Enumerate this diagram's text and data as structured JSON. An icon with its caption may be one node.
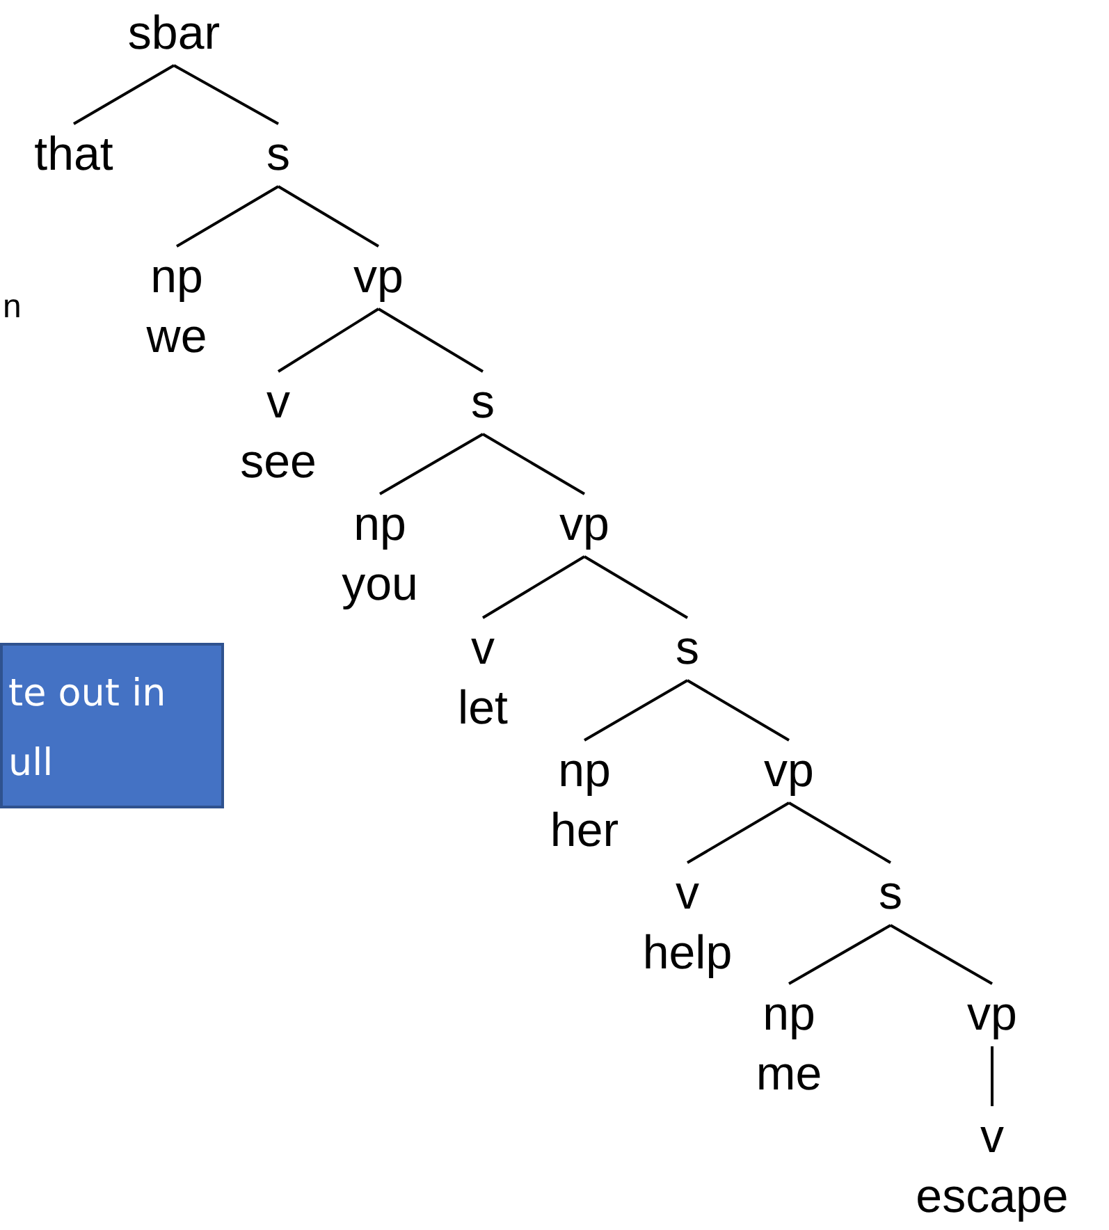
{
  "diagram": {
    "nodes": [
      {
        "text": [
          "sbar"
        ]
      },
      {
        "text": [
          "that"
        ]
      },
      {
        "text": [
          "s"
        ]
      },
      {
        "text": [
          "np",
          "we"
        ]
      },
      {
        "text": [
          "vp"
        ]
      },
      {
        "text": [
          "v",
          "see"
        ]
      },
      {
        "text": [
          "s"
        ]
      },
      {
        "text": [
          "np",
          "you"
        ]
      },
      {
        "text": [
          "vp"
        ]
      },
      {
        "text": [
          "v",
          "let"
        ]
      },
      {
        "text": [
          "s"
        ]
      },
      {
        "text": [
          "np",
          "her"
        ]
      },
      {
        "text": [
          "vp"
        ]
      },
      {
        "text": [
          "v",
          "help"
        ]
      },
      {
        "text": [
          "s"
        ]
      },
      {
        "text": [
          "np",
          "me"
        ]
      },
      {
        "text": [
          "vp"
        ]
      },
      {
        "text": [
          "v",
          "escape"
        ]
      },
      {
        "text": [
          "te out in ull"
        ]
      }
    ],
    "edges": [
      {
        "from": 0,
        "to": 1,
        "arrow": "none"
      },
      {
        "from": 0,
        "to": 2,
        "arrow": "none"
      },
      {
        "from": 2,
        "to": 3,
        "arrow": "none"
      },
      {
        "from": 2,
        "to": 4,
        "arrow": "none"
      },
      {
        "from": 4,
        "to": 5,
        "arrow": "none"
      },
      {
        "from": 4,
        "to": 6,
        "arrow": "none"
      },
      {
        "from": 6,
        "to": 7,
        "arrow": "none"
      },
      {
        "from": 6,
        "to": 8,
        "arrow": "none"
      },
      {
        "from": 8,
        "to": 9,
        "arrow": "none"
      },
      {
        "from": 8,
        "to": 10,
        "arrow": "none"
      },
      {
        "from": 10,
        "to": 11,
        "arrow": "none"
      },
      {
        "from": 10,
        "to": 12,
        "arrow": "none"
      },
      {
        "from": 12,
        "to": 13,
        "arrow": "none"
      },
      {
        "from": 12,
        "to": 14,
        "arrow": "none"
      },
      {
        "from": 14,
        "to": 15,
        "arrow": "none"
      },
      {
        "from": 14,
        "to": 16,
        "arrow": "none"
      },
      {
        "from": 16,
        "to": 17,
        "arrow": "none"
      }
    ],
    "labels": [
      "n"
    ]
  }
}
